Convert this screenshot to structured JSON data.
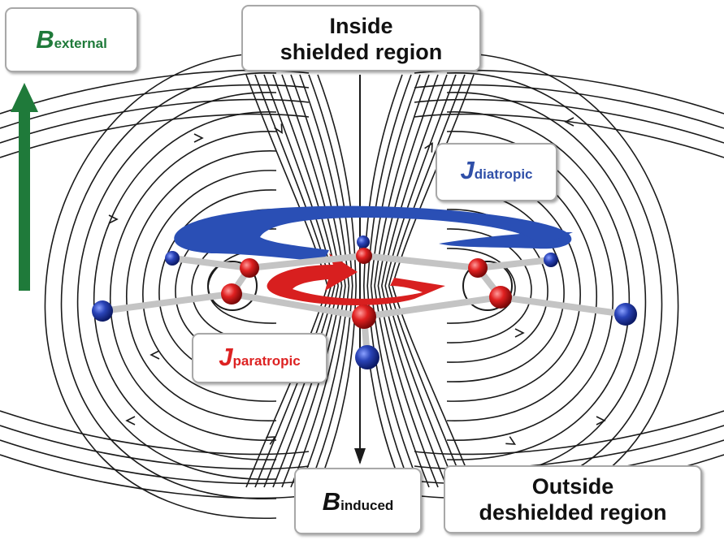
{
  "labels": {
    "b_external": {
      "symbol": "B",
      "subscript": "external",
      "color": "#1f7a3a"
    },
    "inside": {
      "line1": "Inside",
      "line2": "shielded region"
    },
    "j_diatropic": {
      "symbol": "J",
      "subscript": "diatropic",
      "color": "#2f4fa8"
    },
    "j_paratropic": {
      "symbol": "J",
      "subscript": "paratropic",
      "color": "#dd2222"
    },
    "b_induced": {
      "symbol": "B",
      "subscript": "induced",
      "color": "#111111"
    },
    "outside": {
      "line1": "Outside",
      "line2": "deshielded region"
    }
  },
  "colors": {
    "field_lines": "#1a1a1a",
    "external_arrow": "#1f7a3a",
    "diatropic_current": "#2a4fb5",
    "paratropic_current": "#d81f1f",
    "atom_blue": "#1f3fa8",
    "atom_red": "#d81f1f",
    "bond": "#c4c4c4"
  }
}
